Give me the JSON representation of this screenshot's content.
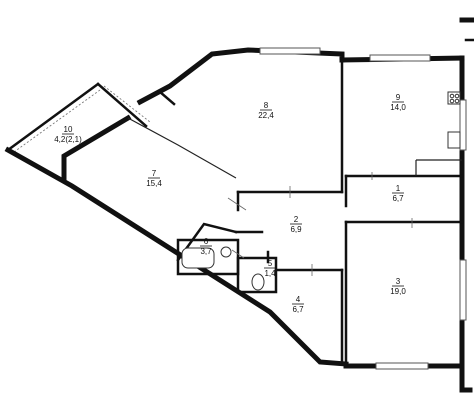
{
  "rooms": [
    {
      "number": "10",
      "area": "4,2(2,1)"
    },
    {
      "number": "7",
      "area": "15,4"
    },
    {
      "number": "8",
      "area": "22,4"
    },
    {
      "number": "9",
      "area": "14,0"
    },
    {
      "number": "1",
      "area": "6,7"
    },
    {
      "number": "2",
      "area": "6,9"
    },
    {
      "number": "6",
      "area": "3,7"
    },
    {
      "number": "5",
      "area": "1,4"
    },
    {
      "number": "4",
      "area": "6,7"
    },
    {
      "number": "3",
      "area": "19,0"
    }
  ]
}
